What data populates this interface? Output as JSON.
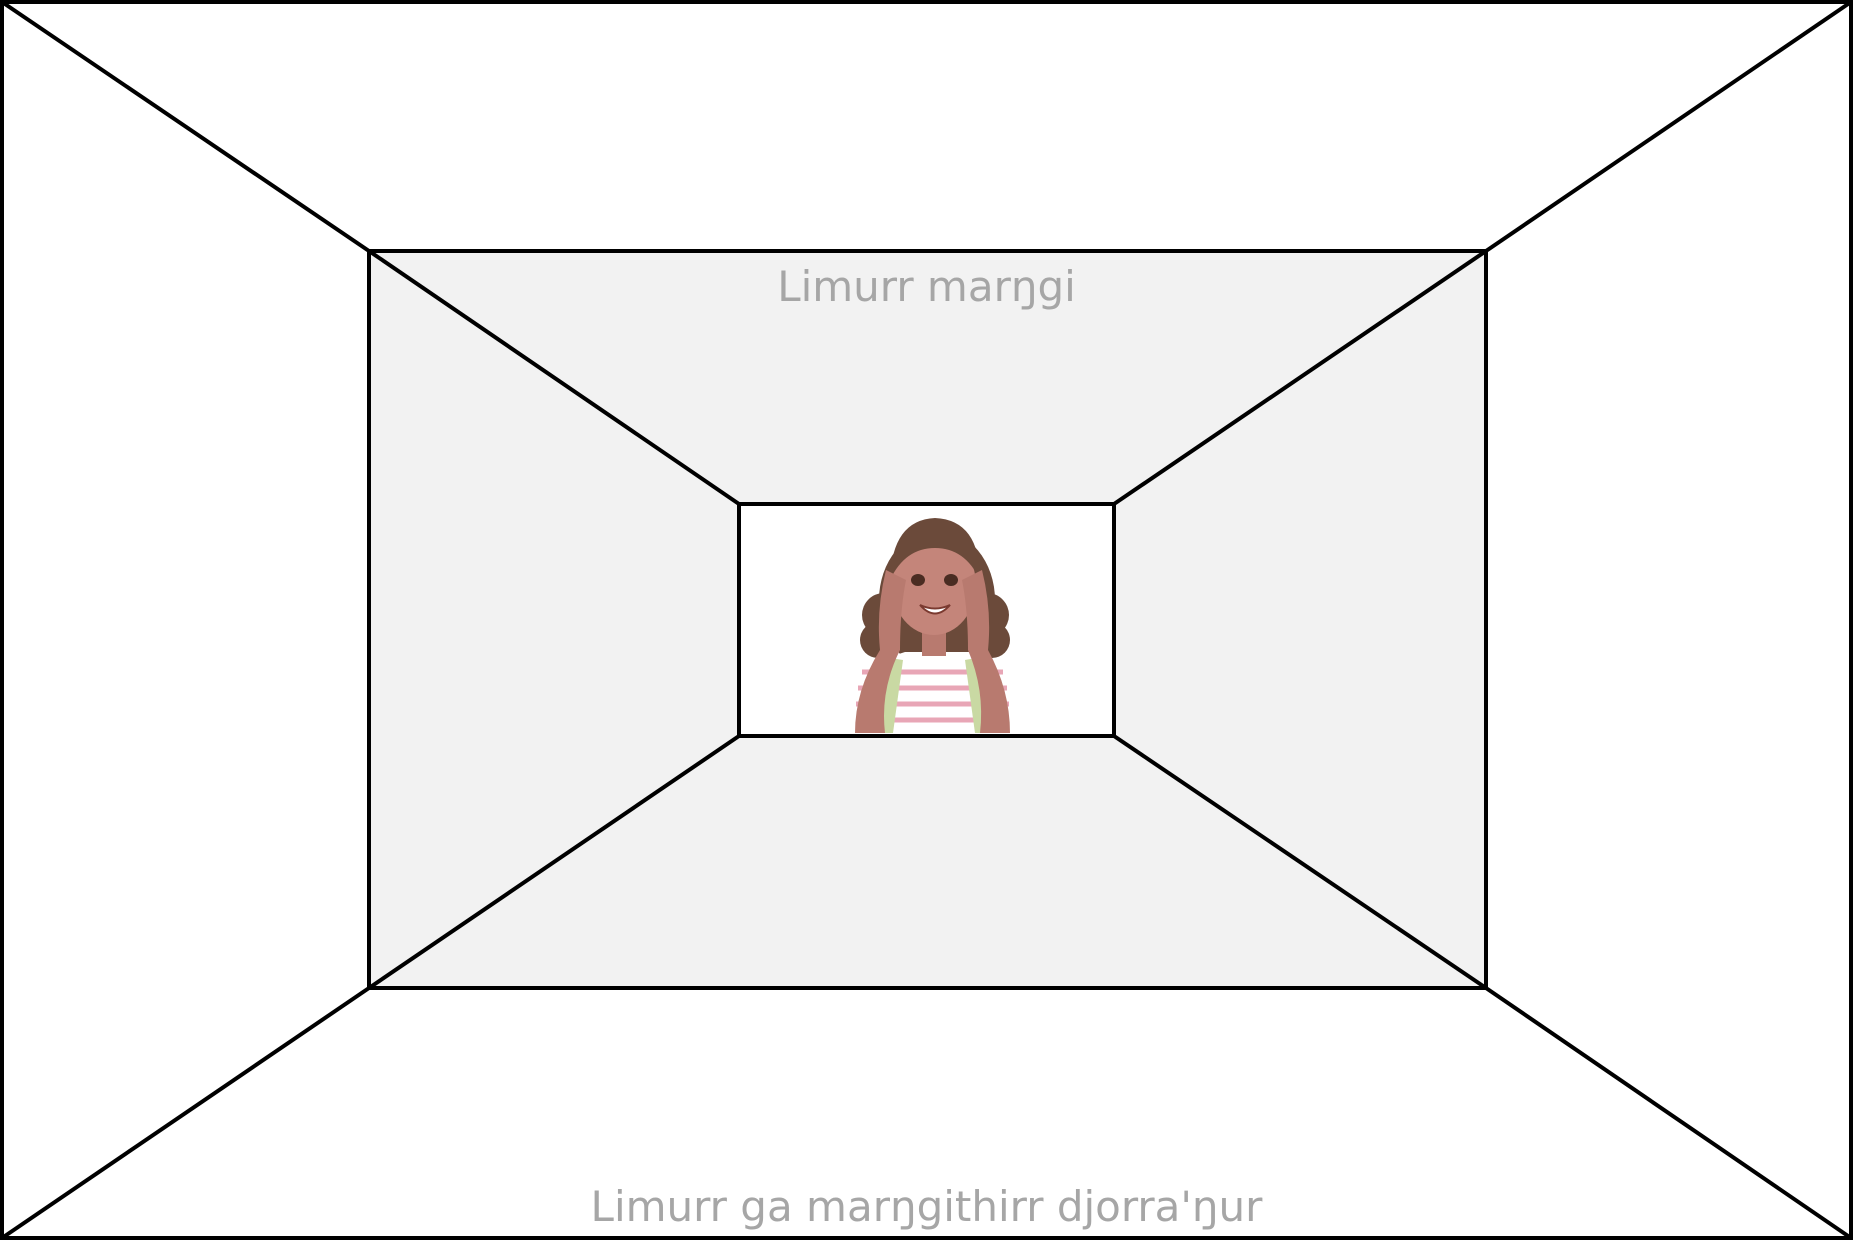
{
  "labels": {
    "middle": "Limurr marŋgi",
    "outer": "Limurr ga marŋgithirr djorra'ŋur"
  },
  "colors": {
    "outer_fill": "#ffffff",
    "middle_fill": "#f2f2f2",
    "inner_fill": "#ffffff",
    "stroke": "#000000",
    "label_text": "#a6a6a6"
  },
  "picture": {
    "subject": "girl with hands on cheeks, smiling, striped shirt, curly brown hair"
  }
}
